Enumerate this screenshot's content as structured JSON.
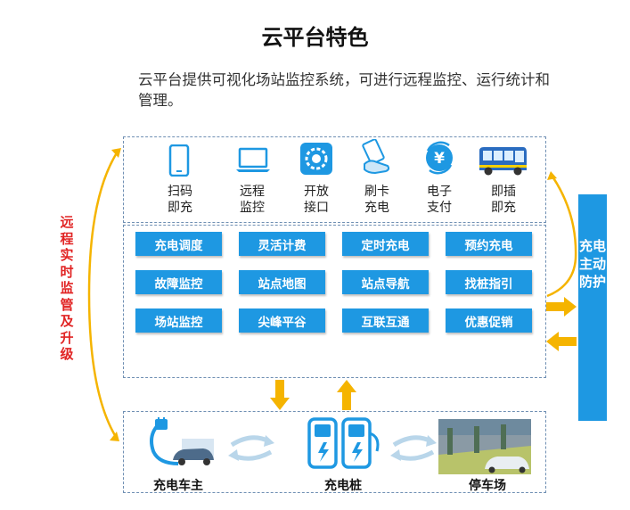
{
  "title": "云平台特色",
  "subtitle": "云平台提供可视化场站监控系统，可进行远程监控、运行统计和管理。",
  "icons": [
    {
      "label1": "扫码",
      "label2": "即充",
      "icon": "phone-icon"
    },
    {
      "label1": "远程",
      "label2": "监控",
      "icon": "laptop-icon"
    },
    {
      "label1": "开放",
      "label2": "接口",
      "icon": "gear-icon"
    },
    {
      "label1": "刷卡",
      "label2": "充电",
      "icon": "card-hand-icon"
    },
    {
      "label1": "电子",
      "label2": "支付",
      "icon": "yen-coin-icon"
    },
    {
      "label1": "即插",
      "label2": "即充",
      "icon": "bus-icon"
    }
  ],
  "features": [
    [
      "充电调度",
      "灵活计费",
      "定时充电",
      "预约充电"
    ],
    [
      "故障监控",
      "站点地图",
      "站点导航",
      "找桩指引"
    ],
    [
      "场站监控",
      "尖峰平谷",
      "互联互通",
      "优惠促销"
    ]
  ],
  "left_label": "远程实时监管及升级",
  "right_label": "充电主动防护",
  "bottom": {
    "owner": "充电车主",
    "pile": "充电桩",
    "parking": "停车场"
  },
  "colors": {
    "feature_blue": "#1e98e2",
    "arrow_orange": "#f5b400",
    "red_text": "#e12424",
    "dashed_border": "#6f8fb3"
  }
}
